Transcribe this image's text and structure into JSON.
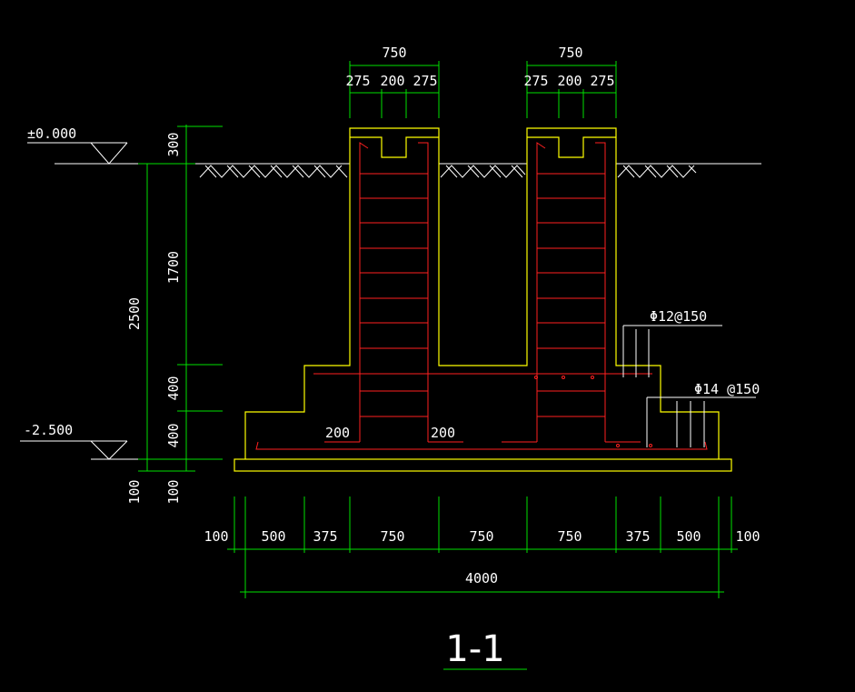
{
  "drawing": {
    "section_title": "1-1",
    "elevations": {
      "top": "±0.000",
      "bottom": "-2.500"
    },
    "left_dims": {
      "total": "2500",
      "d300": "300",
      "d1700": "1700",
      "d400a": "400",
      "d400b": "400",
      "d100a": "100",
      "d100b": "100"
    },
    "top_dims_left": {
      "total": "750",
      "a": "275",
      "b": "200",
      "c": "275"
    },
    "top_dims_right": {
      "total": "750",
      "a": "275",
      "b": "200",
      "c": "275"
    },
    "bottom_dims": [
      "100",
      "500",
      "375",
      "750",
      "750",
      "750",
      "375",
      "500",
      "100"
    ],
    "bottom_total": "4000",
    "rebar_labels": {
      "upper": "Φ12@150",
      "lower": "Φ14 @150",
      "left_200": "200",
      "right_200": "200"
    },
    "colors": {
      "background": "#000000",
      "dimension": "#00e000",
      "concrete": "#ffff00",
      "rebar": "#ff2020",
      "text": "#ffffff"
    }
  }
}
